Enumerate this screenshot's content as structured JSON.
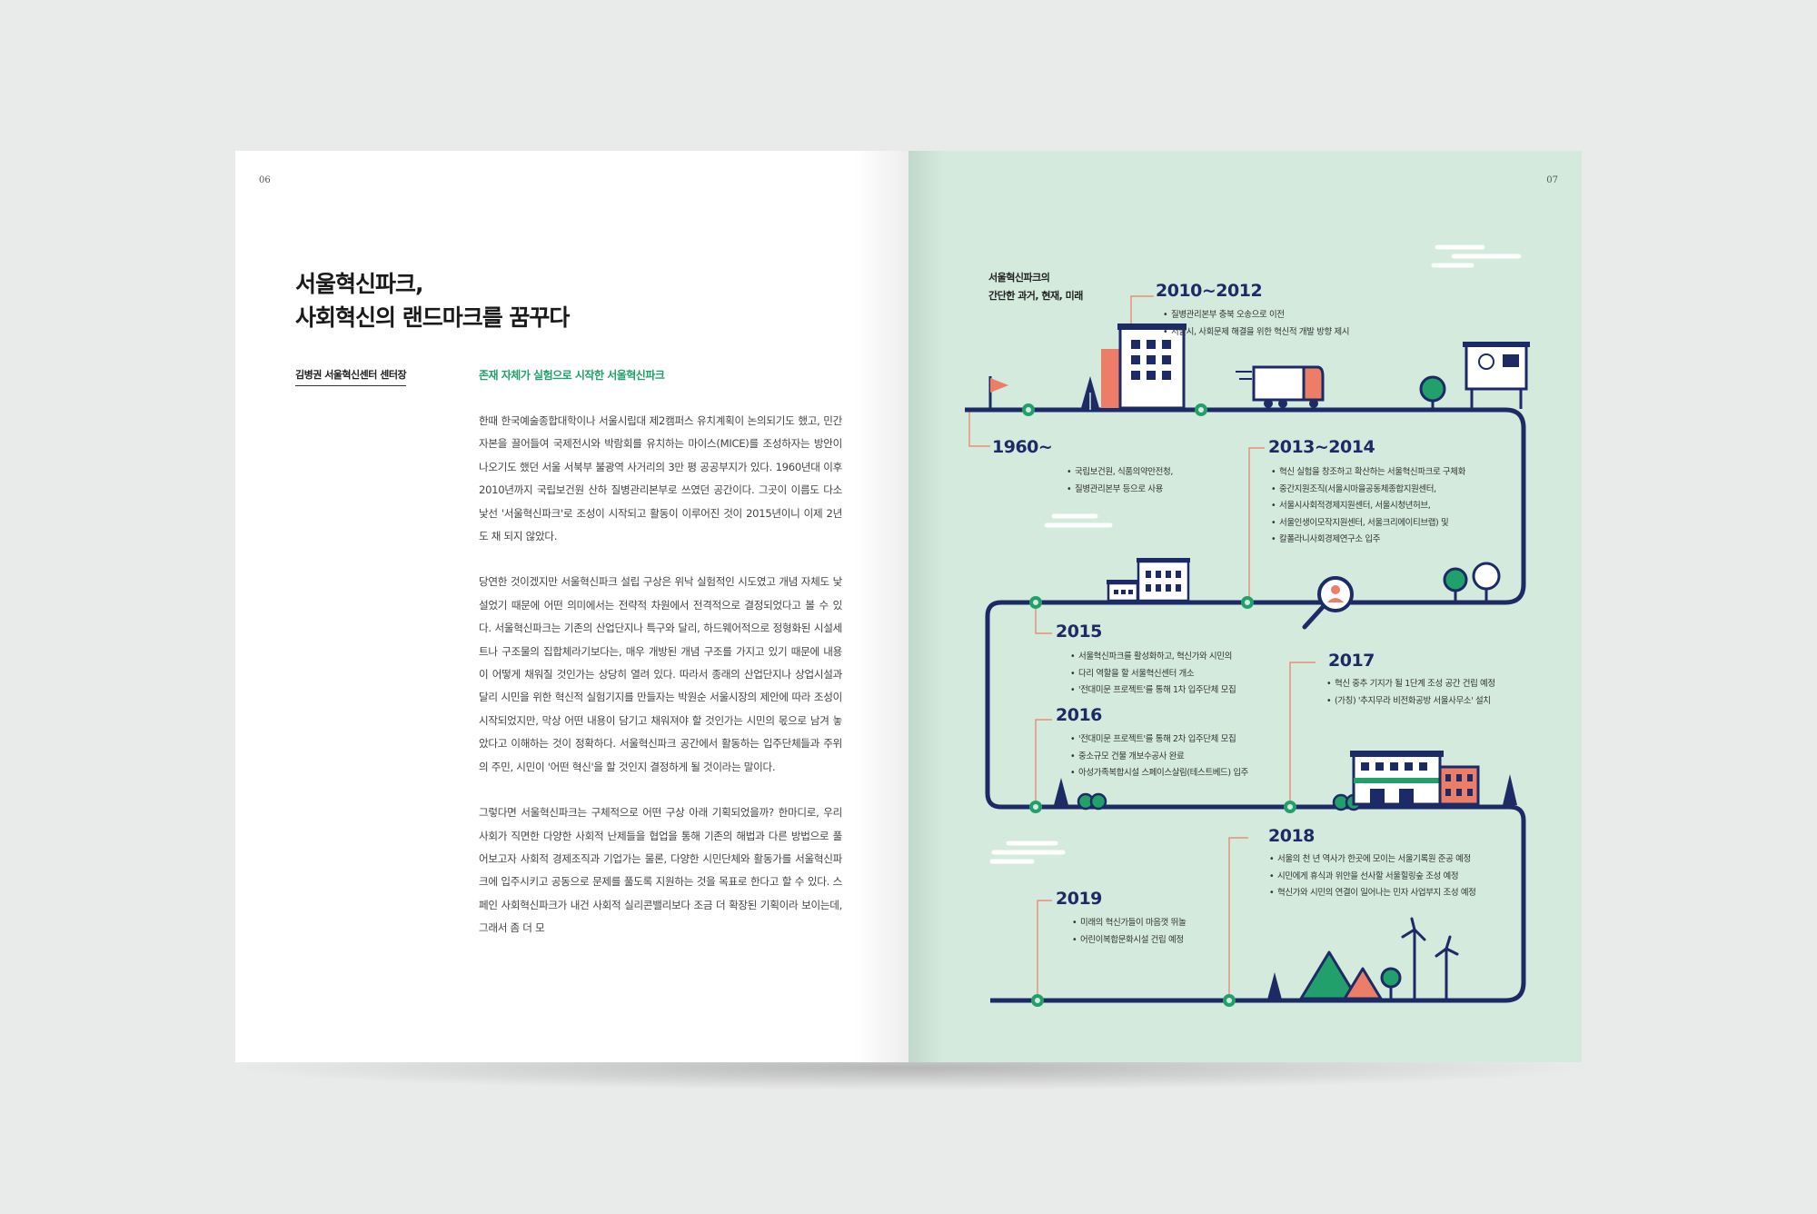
{
  "left": {
    "page_number": "06",
    "title_lines": [
      "서울혁신파크,",
      "사회혁신의 랜드마크를 꿈꾸다"
    ],
    "author": "김병권 서울혁신센터 센터장",
    "subheading": "존재 자체가 실험으로 시작한 서울혁신파크",
    "paragraphs": [
      "한때 한국예술종합대학이나 서울시립대 제2캠퍼스 유치계획이 논의되기도 했고, 민간자본을 끌어들여 국제전시와 박람회를 유치하는 마이스(MICE)를 조성하자는 방안이 나오기도 했던 서울 서북부 불광역 사거리의 3만 평 공공부지가 있다. 1960년대 이후 2010년까지 국립보건원 산하 질병관리본부로 쓰였던 공간이다. 그곳이 이름도 다소 낯선 '서울혁신파크'로 조성이 시작되고 활동이 이루어진 것이 2015년이니 이제 2년도 채 되지 않았다.",
      "당연한 것이겠지만 서울혁신파크 설립 구상은 위낙 실험적인 시도였고 개념 자체도 낯설었기 때문에 어떤 의미에서는 전략적 차원에서 전격적으로 결정되었다고 볼 수 있다. 서울혁신파크는 기존의 산업단지나 특구와 달리, 하드웨어적으로 정형화된 시설세트나 구조물의 집합체라기보다는, 매우 개방된 개념 구조를 가지고 있기 때문에 내용이 어떻게 채워질 것인가는 상당히 열려 있다. 따라서 종래의 산업단지나 상업시설과 달리 시민을 위한 혁신적 실험기지를 만들자는 박원순 서울시장의 제안에 따라 조성이 시작되었지만, 막상 어떤 내용이 담기고 채워져야 할 것인가는 시민의 몫으로 남겨 놓았다고 이해하는 것이 정확하다. 서울혁신파크 공간에서 활동하는 입주단체들과 주위의 주민, 시민이 '어떤 혁신'을 할 것인지 결정하게 될 것이라는 말이다.",
      "그렇다면 서울혁신파크는 구체적으로 어떤 구상 아래 기획되었을까? 한마디로, 우리 사회가 직면한 다양한 사회적 난제들을 협업을 통해 기존의 해법과 다른 방법으로 풀어보고자 사회적 경제조직과 기업가는 물론, 다양한 시민단체와 활동가를 서울혁신파크에 입주시키고 공동으로 문제를 풀도록 지원하는 것을 목표로 한다고 할 수 있다. 스페인 사회혁신파크가 내건 사회적 실리콘밸리보다 조금 더 확장된 기획이라 보이는데, 그래서 좀 더 모"
    ]
  },
  "right": {
    "page_number": "07",
    "info_title_lines": [
      "서울혁신파크의",
      "간단한 과거, 현재, 미래"
    ],
    "timeline": [
      {
        "year": "2010~2012",
        "items": [
          "질병관리본부 충북 오송으로 이전",
          "서울시, 사회문제 해결을 위한 혁신적 개발 방향 제시"
        ]
      },
      {
        "year": "1960~",
        "items": [
          "국립보건원, 식품의약안전청,",
          "질병관리본부 등으로 사용"
        ]
      },
      {
        "year": "2013~2014",
        "items": [
          "혁신 실험을 창조하고 확산하는 서울혁신파크로 구체화",
          "중간지원조직(서울시마을공동체종합지원센터,",
          "서울시사회적경제지원센터, 서울시청년허브,",
          "서울인생이모작지원센터, 서울크리에이티브랩) 및",
          "칼폴라니사회경제연구소 입주"
        ]
      },
      {
        "year": "2015",
        "items": [
          "서울혁신파크를 활성화하고, 혁신가와 시민의",
          "다리 역할을 할 서울혁신센터 개소",
          "'전대미문 프로젝트'를 통해 1차 입주단체 모집"
        ]
      },
      {
        "year": "2017",
        "items": [
          "혁신 중추 기지가 될 1단계 조성 공간 건립 예정",
          "(가칭) '추지무라 비전화공방 서울사무소' 설치"
        ]
      },
      {
        "year": "2016",
        "items": [
          "'전대미문 프로젝트'를 통해 2차 입주단체 모집",
          "중소규모 건물 개보수공사 완료",
          "아성가족복합시설 스페이스살림(테스트베드) 입주"
        ]
      },
      {
        "year": "2018",
        "items": [
          "서울의 천 년 역사가 한곳에 모이는 서울기록원 준공 예정",
          "시민에게 휴식과 위안을 선사할 서울힐링숲 조성 예정",
          "혁신가와 시민의 연결이 일어나는 민자 사업부지 조성 예정"
        ]
      },
      {
        "year": "2019",
        "items": [
          "미래의 혁신가들이 마음껏 뛰놀",
          "어린이복합문화시설 건립 예정"
        ]
      }
    ],
    "colors": {
      "navy": "#1c2a66",
      "green": "#22a06b",
      "coral": "#ec7d67",
      "mint": "#d3eadd"
    }
  }
}
